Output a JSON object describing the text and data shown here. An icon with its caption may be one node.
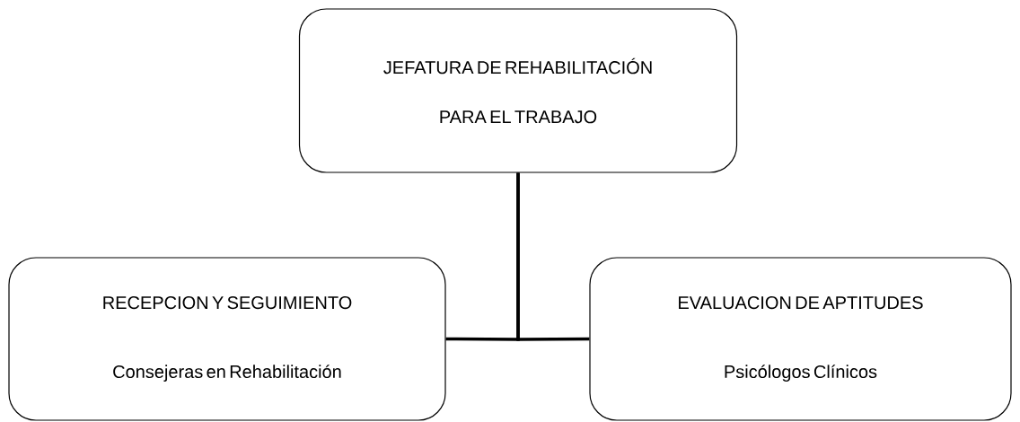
{
  "diagram": {
    "nodes": [
      {
        "text": [
          "JEFATURA DE REHABILITACIÓN PARA EL TRABAJO"
        ]
      },
      {
        "text": [
          "RECEPCION Y SEGUIMIENTO",
          "Consejeras en Rehabilitación"
        ]
      },
      {
        "text": [
          "EVALUACION DE APTITUDES",
          "Psicólogos Clínicos"
        ]
      }
    ],
    "edges": [
      {
        "from": 0,
        "to": 1,
        "arrow": "none"
      },
      {
        "from": 0,
        "to": 2,
        "arrow": "none"
      }
    ]
  }
}
